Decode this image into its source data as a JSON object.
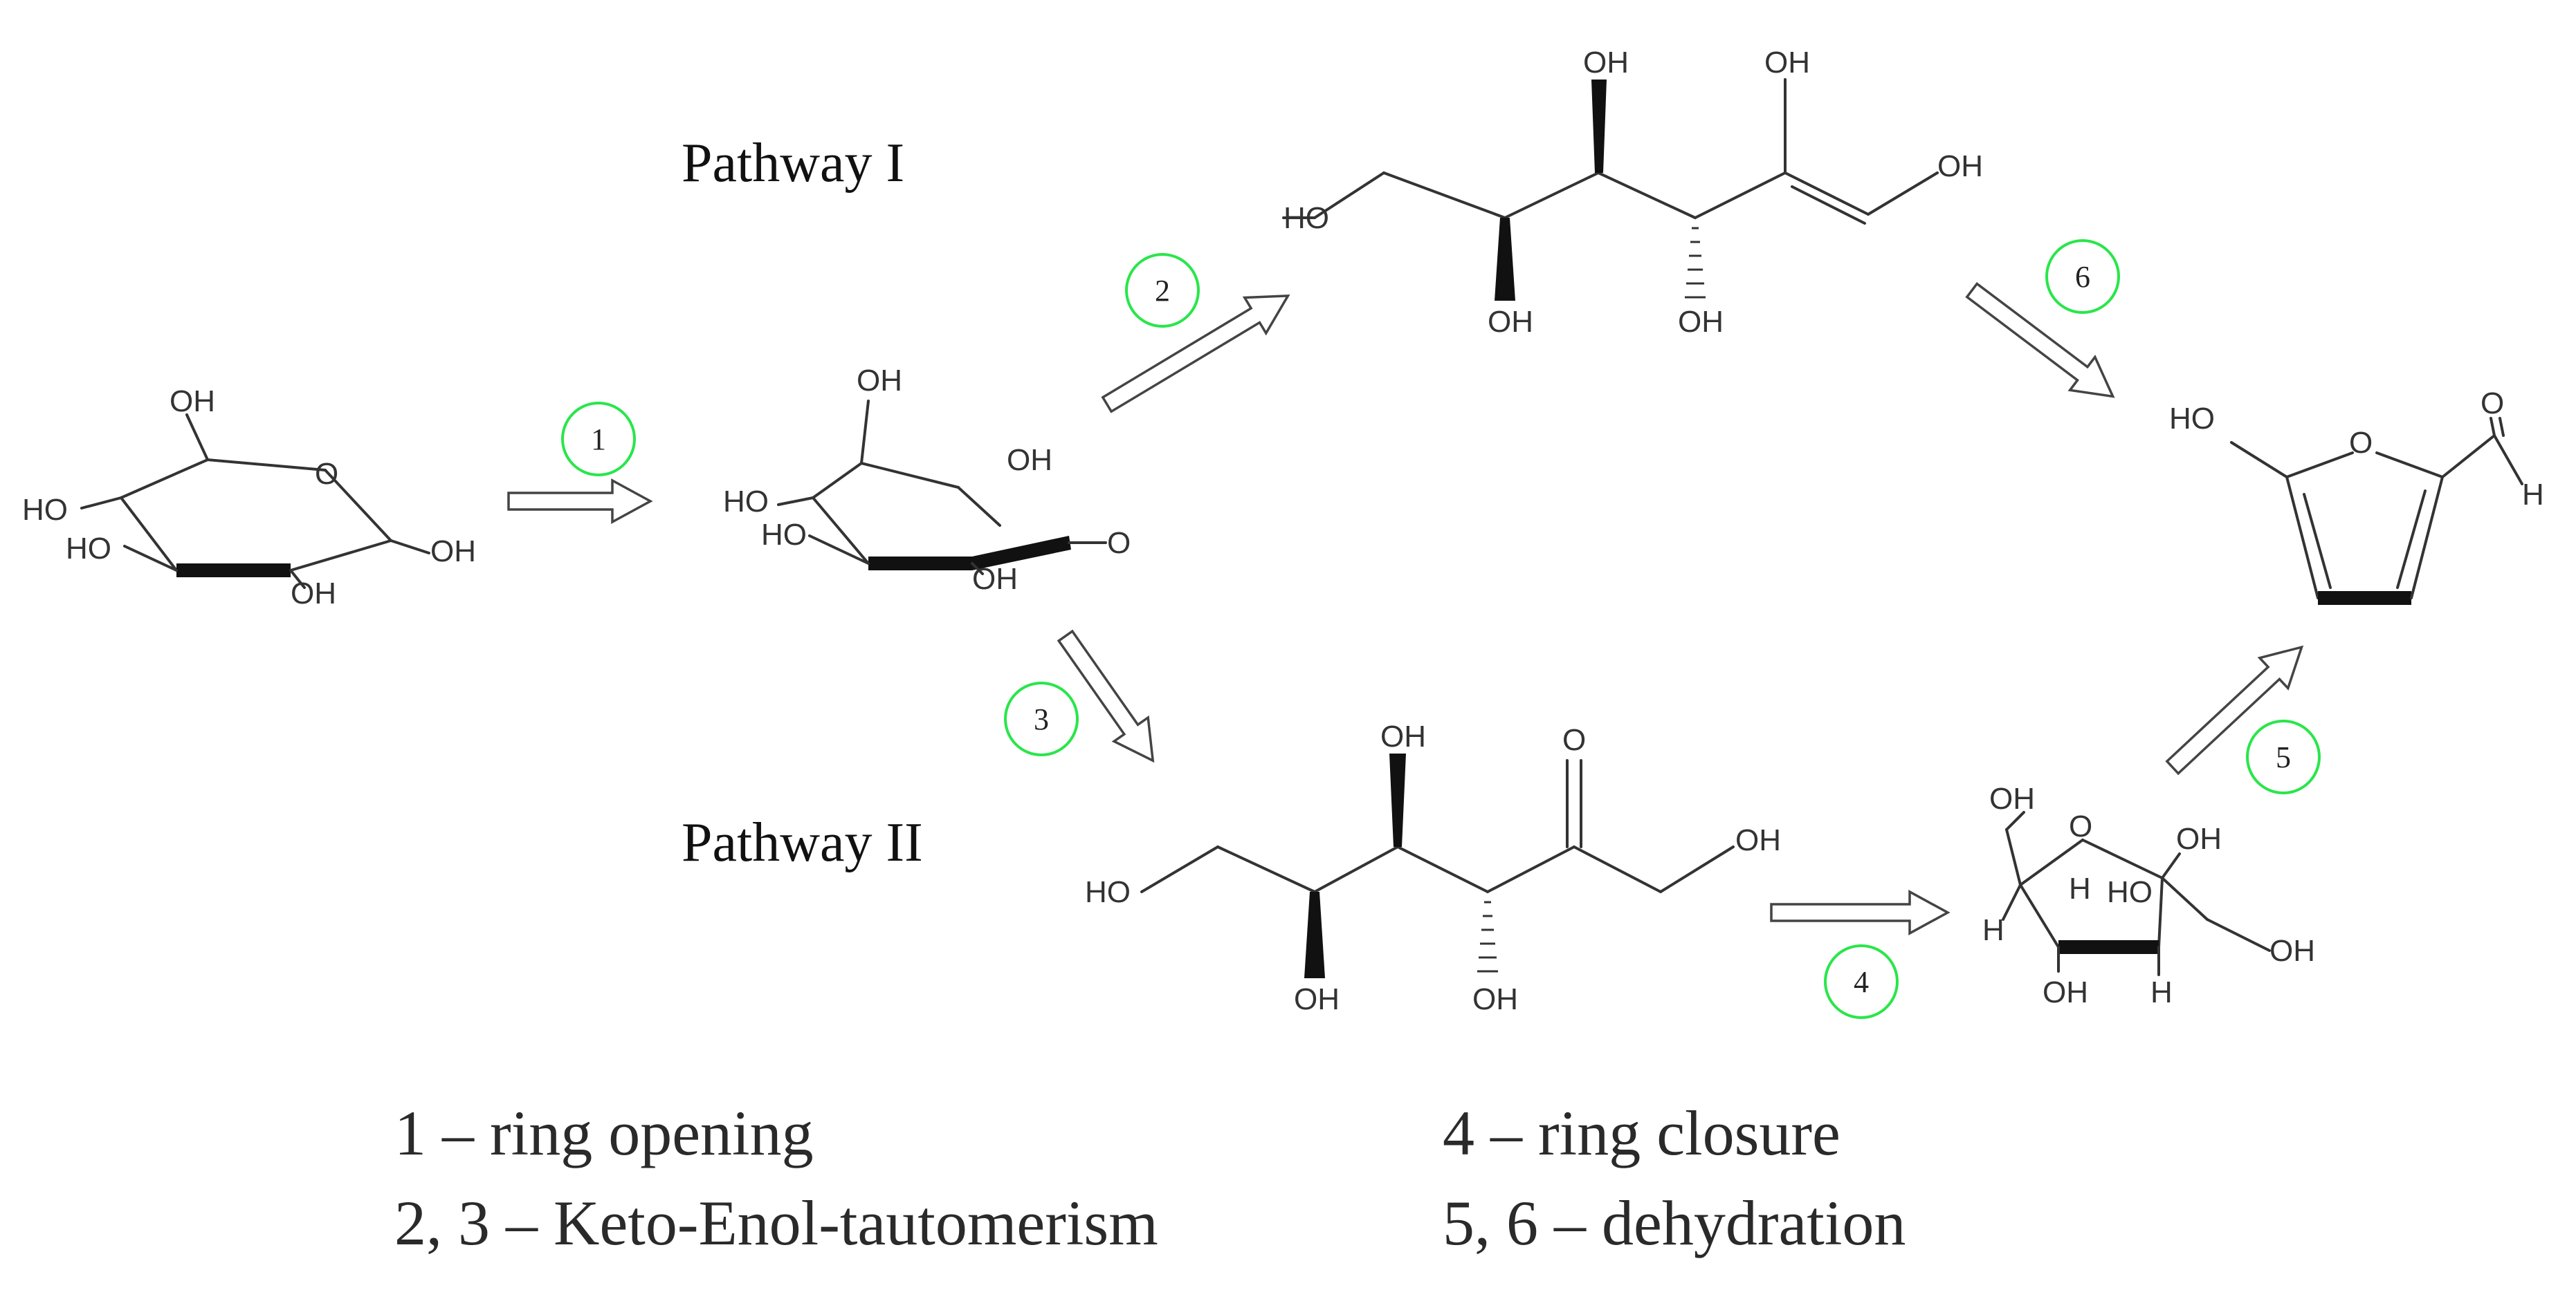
{
  "pathways": {
    "one": "Pathway I",
    "two": "Pathway II"
  },
  "steps": [
    "1",
    "2",
    "3",
    "4",
    "5",
    "6"
  ],
  "legend": {
    "step1": "1 – ring  opening",
    "step23": "2, 3 – Keto-Enol-tautomerism",
    "step4": "4 – ring  closure",
    "step56": "5, 6 – dehydration"
  },
  "atoms": {
    "oh": "OH",
    "ho": "HO",
    "o": "O",
    "h": "H"
  },
  "colors": {
    "step_circle": "#29e64a",
    "ink": "#333333",
    "background": "#ffffff"
  }
}
